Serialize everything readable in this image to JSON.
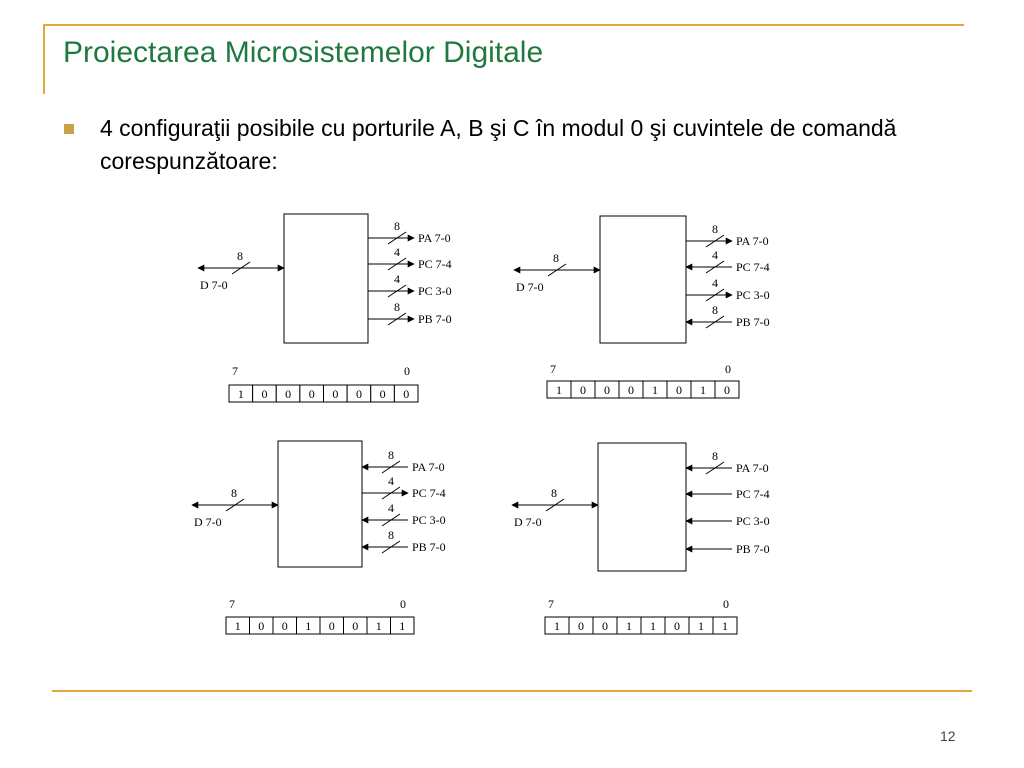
{
  "title": "Proiectarea Microsistemelor Digitale",
  "bullet": "4 configuraţii posibile cu porturile A, B şi C în modul 0 şi cuvintele de comandă corespunzătoare:",
  "page_number": "12",
  "configs": [
    {
      "data_bus": {
        "label": "D 7-0",
        "width": "8"
      },
      "ports": [
        {
          "label": "PA 7-0",
          "width": "8",
          "direction": "out"
        },
        {
          "label": "PC 7-4",
          "width": "4",
          "direction": "out"
        },
        {
          "label": "PC 3-0",
          "width": "4",
          "direction": "out"
        },
        {
          "label": "PB 7-0",
          "width": "8",
          "direction": "out"
        }
      ],
      "word": {
        "msb_label": "7",
        "lsb_label": "0",
        "bits": [
          "1",
          "0",
          "0",
          "0",
          "0",
          "0",
          "0",
          "0"
        ]
      }
    },
    {
      "data_bus": {
        "label": "D 7-0",
        "width": "8"
      },
      "ports": [
        {
          "label": "PA 7-0",
          "width": "8",
          "direction": "out"
        },
        {
          "label": "PC 7-4",
          "width": "4",
          "direction": "in"
        },
        {
          "label": "PC 3-0",
          "width": "4",
          "direction": "out"
        },
        {
          "label": "PB 7-0",
          "width": "8",
          "direction": "in"
        }
      ],
      "word": {
        "msb_label": "7",
        "lsb_label": "0",
        "bits": [
          "1",
          "0",
          "0",
          "0",
          "1",
          "0",
          "1",
          "0"
        ]
      }
    },
    {
      "data_bus": {
        "label": "D 7-0",
        "width": "8"
      },
      "ports": [
        {
          "label": "PA 7-0",
          "width": "8",
          "direction": "in"
        },
        {
          "label": "PC 7-4",
          "width": "4",
          "direction": "out"
        },
        {
          "label": "PC 3-0",
          "width": "4",
          "direction": "in"
        },
        {
          "label": "PB 7-0",
          "width": "8",
          "direction": "in"
        }
      ],
      "word": {
        "msb_label": "7",
        "lsb_label": "0",
        "bits": [
          "1",
          "0",
          "0",
          "1",
          "0",
          "0",
          "1",
          "1"
        ]
      }
    },
    {
      "data_bus": {
        "label": "D 7-0",
        "width": "8"
      },
      "ports": [
        {
          "label": "PA 7-0",
          "width": "8",
          "direction": "in"
        },
        {
          "label": "PC 7-4",
          "width": "",
          "direction": "in"
        },
        {
          "label": "PC 3-0",
          "width": "",
          "direction": "in"
        },
        {
          "label": "PB 7-0",
          "width": "",
          "direction": "in"
        }
      ],
      "word": {
        "msb_label": "7",
        "lsb_label": "0",
        "bits": [
          "1",
          "0",
          "0",
          "1",
          "1",
          "0",
          "1",
          "1"
        ]
      }
    }
  ]
}
